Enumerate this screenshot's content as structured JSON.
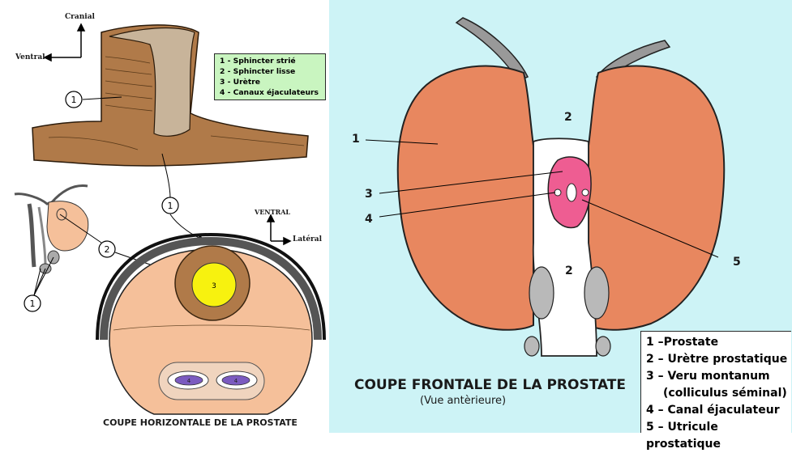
{
  "left_panel": {
    "orientation_top": {
      "up": "Cranial",
      "left": "Ventral"
    },
    "orientation_bottom": {
      "up": "VENTRAL",
      "right": "Latéral"
    },
    "legend": [
      "1 - Sphincter strié",
      "2 - Sphincter lisse",
      "3 - Urètre",
      "4 - Canaux éjaculateurs"
    ],
    "callouts": [
      "1",
      "1",
      "2",
      "3",
      "1"
    ],
    "duct_labels": [
      "4",
      "4"
    ],
    "title": "COUPE HORIZONTALE DE LA PROSTATE"
  },
  "right_panel": {
    "labels": {
      "l1": "1",
      "l2_top": "2",
      "l2_bottom": "2",
      "l3": "3",
      "l4": "4",
      "l5": "5"
    },
    "title": "COUPE FRONTALE DE LA PROSTATE",
    "subtitle": "(Vue antèrieure)",
    "legend": [
      "1 –Prostate",
      "2 – Urètre prostatique",
      "3 – Veru montanum",
      "(colliculus séminal)",
      "4 – Canal éjaculateur",
      "5 – Utricule prostatique"
    ]
  },
  "colors": {
    "tan": "#b07a49",
    "light_tan": "#c8b49a",
    "peach": "#f5c09a",
    "yellow": "#f7f20f",
    "sky": "#cdf3f6",
    "orange": "#e8875f",
    "pink": "#ee5d92",
    "purple": "#7b5bc0",
    "legend_green": "#c9f5c0"
  }
}
